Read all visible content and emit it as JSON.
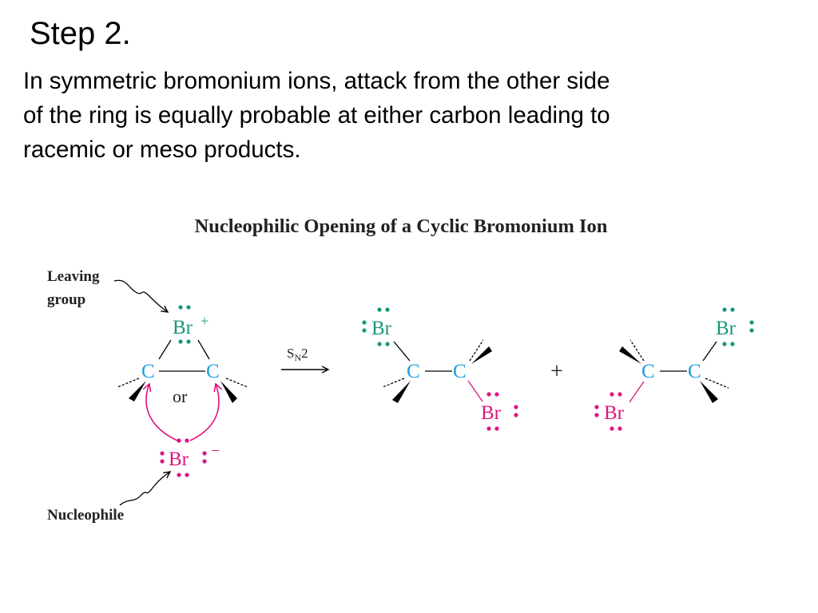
{
  "slide": {
    "title": "Step 2.",
    "body_lines": [
      "In symmetric bromonium ions, attack from the other side",
      "of the ring is equally probable at either carbon leading to",
      "racemic or meso products."
    ]
  },
  "diagram": {
    "title": "Nucleophilic Opening of a Cyclic Bromonium Ion",
    "leaving_group_label": [
      "Leaving",
      "group"
    ],
    "nucleophile_label": "Nucleophile",
    "br_symbol": "Br",
    "carbon_symbol": "C",
    "bromonium_charge": "+",
    "bromide_charge": "−",
    "lone_pair_colon": ":",
    "or_label": "or",
    "reaction_label_main": "S",
    "reaction_label_sub": "N",
    "reaction_label_tail": "2",
    "plus_sign": "+",
    "colors": {
      "carbon": "#1fa0e0",
      "bromonium": "#16967a",
      "bromide": "#e0137f",
      "text": "#000000"
    }
  }
}
